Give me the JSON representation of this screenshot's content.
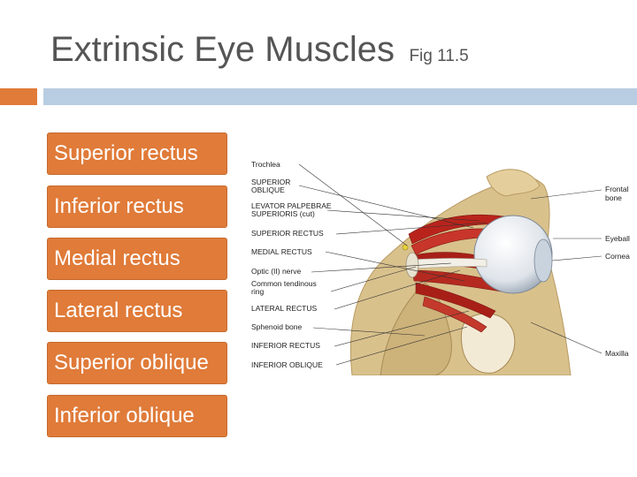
{
  "slide": {
    "title": "Extrinsic Eye Muscles",
    "subtitle": "Fig 11.5"
  },
  "muscles": [
    "Superior rectus",
    "Inferior rectus",
    "Medial rectus",
    "Lateral rectus",
    "Superior oblique",
    "Inferior oblique"
  ],
  "figure": {
    "left_labels": [
      "Trochlea",
      "SUPERIOR",
      "OBLIQUE",
      "LEVATOR PALPEBRAE",
      "SUPERIORIS (cut)",
      "SUPERIOR RECTUS",
      "MEDIAL RECTUS",
      "Optic (II) nerve",
      "Common tendinous",
      "ring",
      "LATERAL RECTUS",
      "Sphenoid bone",
      "INFERIOR RECTUS",
      "INFERIOR OBLIQUE"
    ],
    "right_labels": [
      "Frontal",
      "bone",
      "Eyeball",
      "Cornea",
      "Maxilla"
    ]
  },
  "colors": {
    "accent": "#e07b39",
    "bar": "#b9cde2",
    "title": "#555555",
    "bone": "#d8c08a",
    "muscle": "#b8241c"
  }
}
